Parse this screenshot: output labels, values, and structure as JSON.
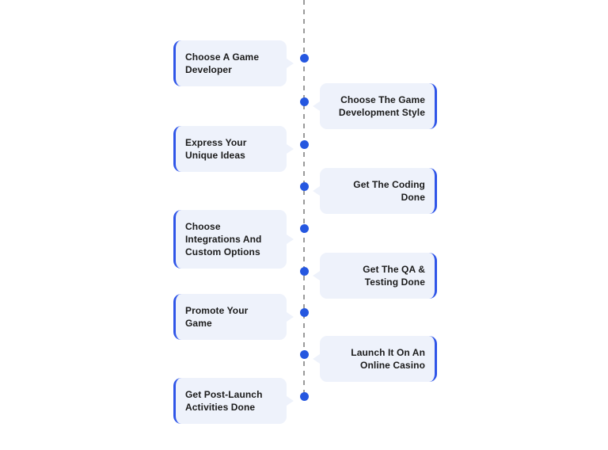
{
  "diagram": {
    "type": "vertical-timeline",
    "orientation": "alternating",
    "axis": {
      "style": "dashed",
      "color": "#9a9a9a"
    },
    "colors": {
      "accent": "#2f55e8",
      "dot": "#2557e0",
      "card_background": "#eef2fb",
      "text": "#1b1b1b",
      "page_background": "#ffffff"
    },
    "steps": [
      {
        "index": 1,
        "side": "left",
        "label": "Choose A Game Developer"
      },
      {
        "index": 2,
        "side": "right",
        "label": "Choose The Game Development Style"
      },
      {
        "index": 3,
        "side": "left",
        "label": "Express Your Unique Ideas"
      },
      {
        "index": 4,
        "side": "right",
        "label": "Get The Coding Done"
      },
      {
        "index": 5,
        "side": "left",
        "label": "Choose Integrations And Custom Options"
      },
      {
        "index": 6,
        "side": "right",
        "label": "Get The QA & Testing Done"
      },
      {
        "index": 7,
        "side": "left",
        "label": "Promote Your Game"
      },
      {
        "index": 8,
        "side": "right",
        "label": "Launch It On An Online Casino"
      },
      {
        "index": 9,
        "side": "left",
        "label": "Get Post-Launch Activities Done"
      }
    ]
  }
}
